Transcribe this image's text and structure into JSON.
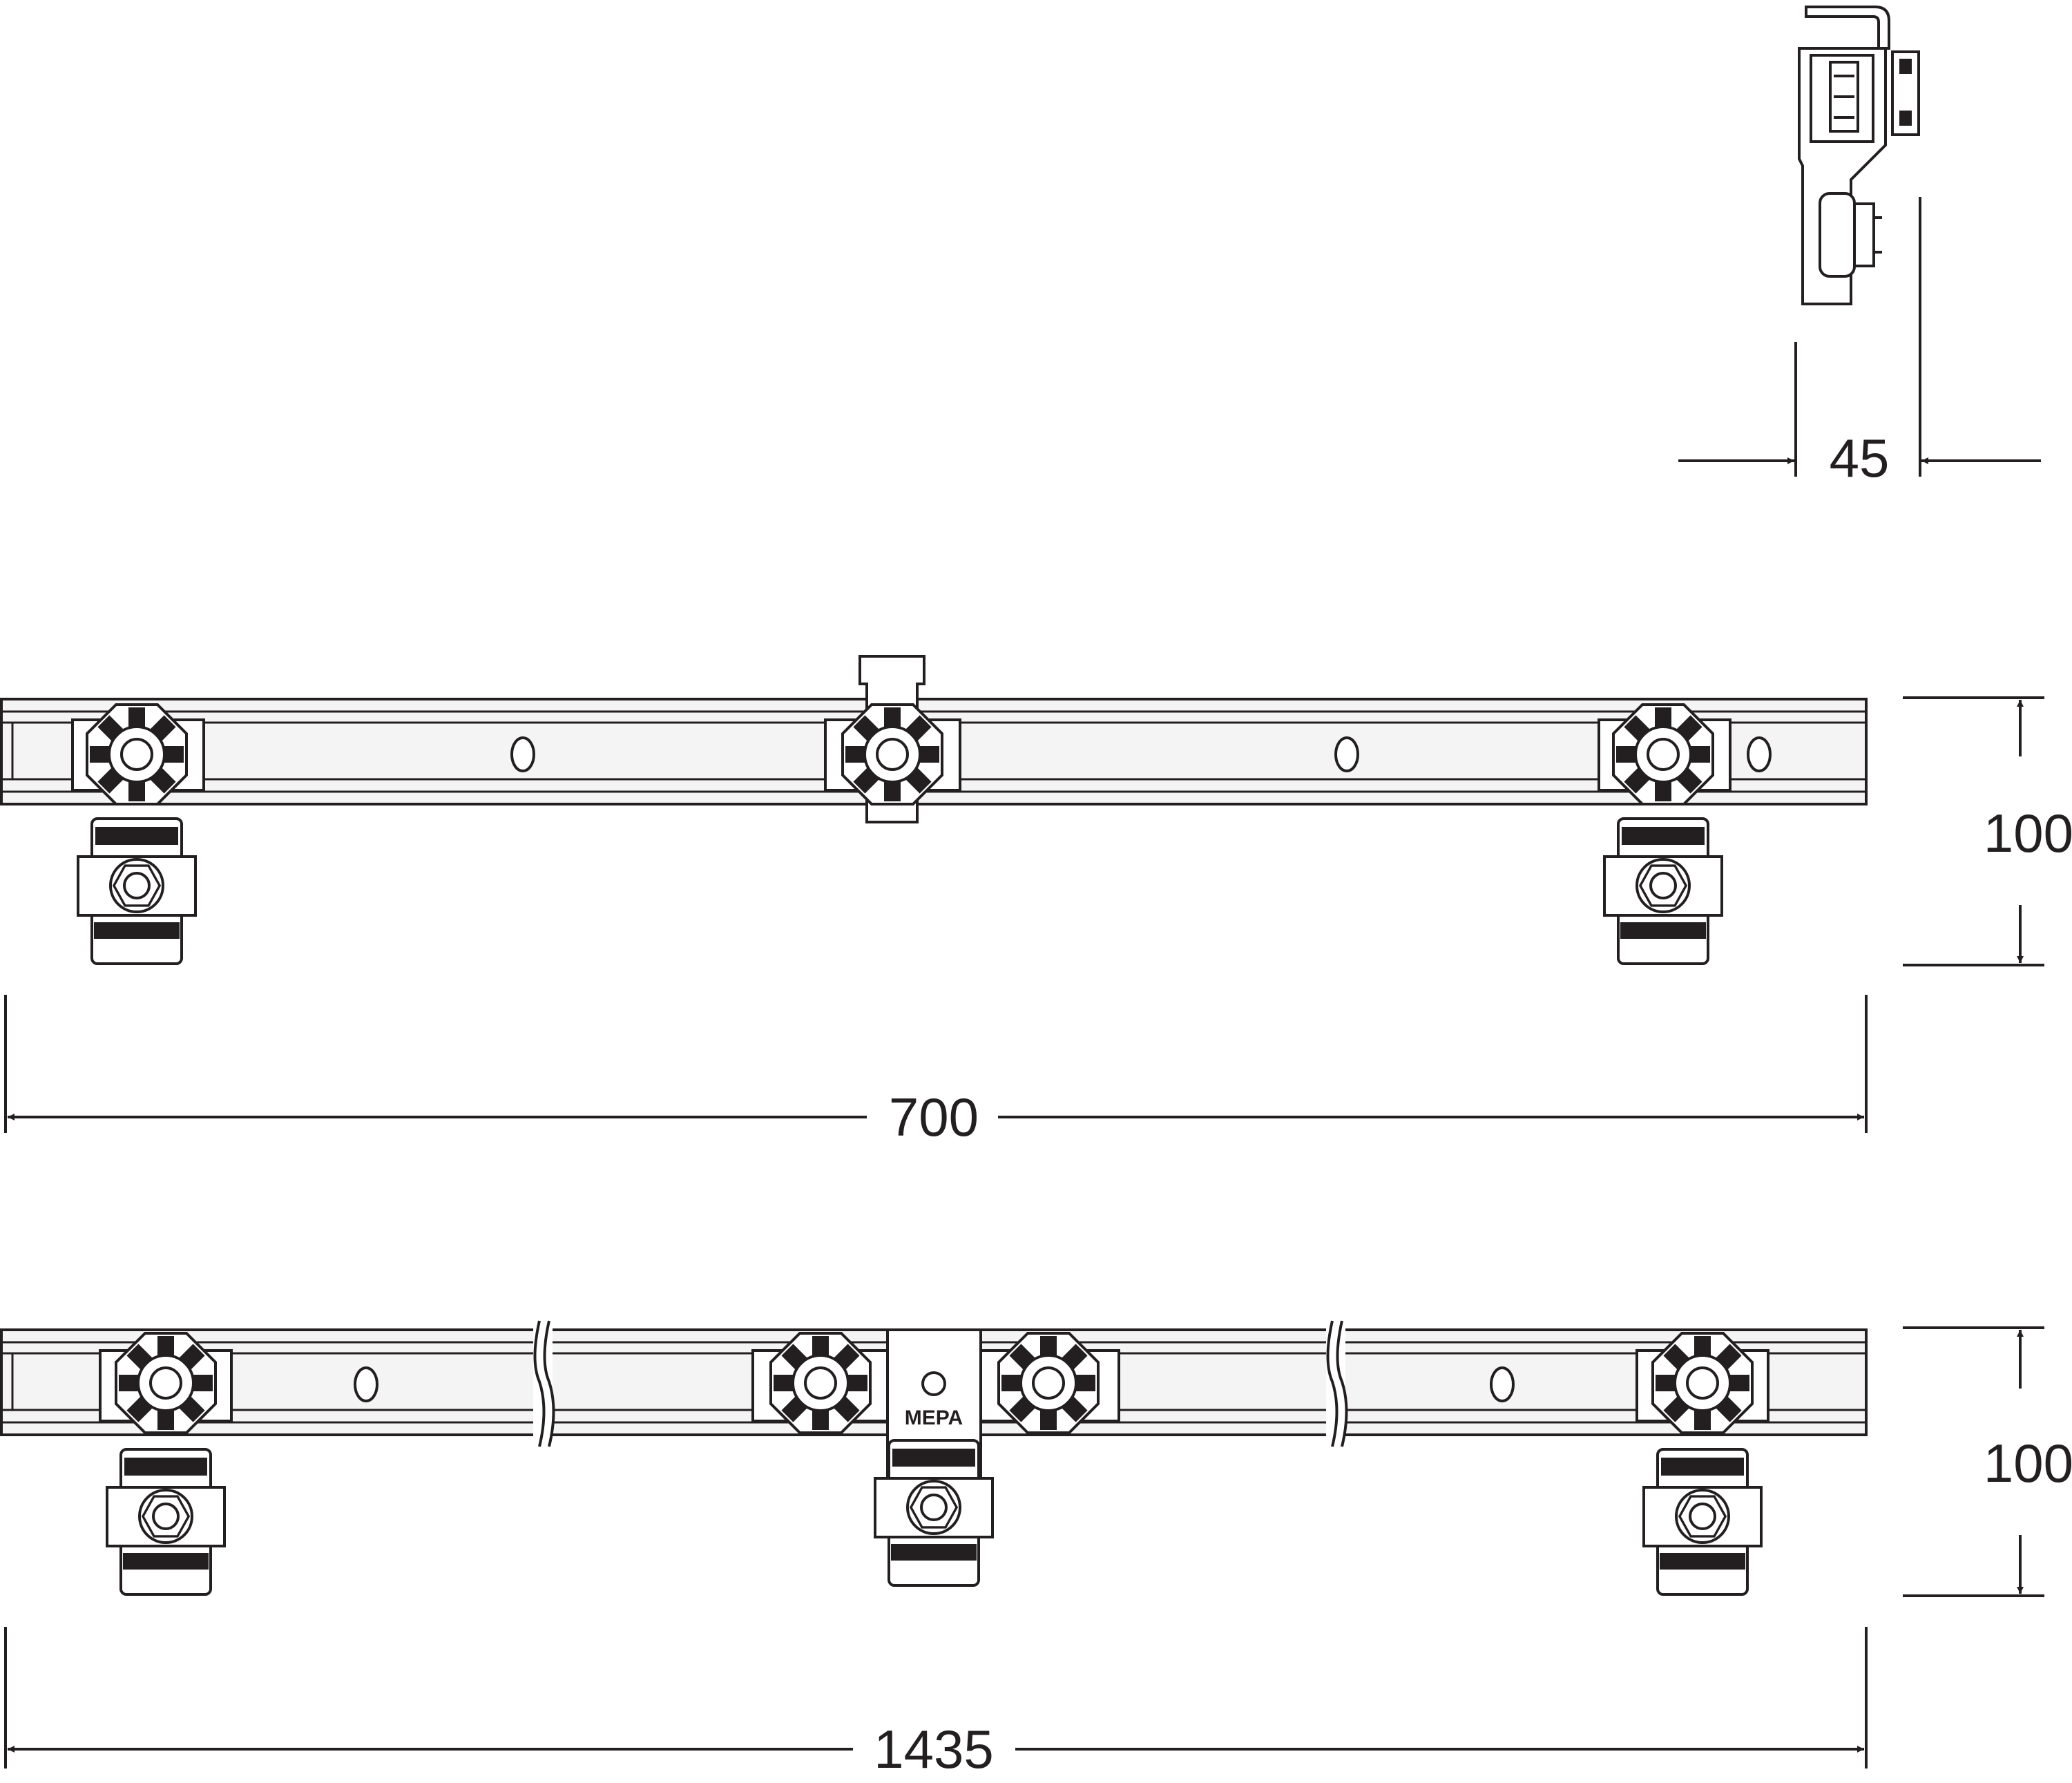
{
  "drawing": {
    "side_view": {
      "width_dimension": "45"
    },
    "rail_short": {
      "length_dimension": "700",
      "height_dimension": "100"
    },
    "rail_long": {
      "length_dimension": "1435",
      "height_dimension": "100",
      "center_plate_label": "MEPA"
    }
  },
  "colors": {
    "line": "#231f20",
    "fill": "#ffffff",
    "rail_fill": "#f4f4f4",
    "dark_fill": "#231f20"
  }
}
